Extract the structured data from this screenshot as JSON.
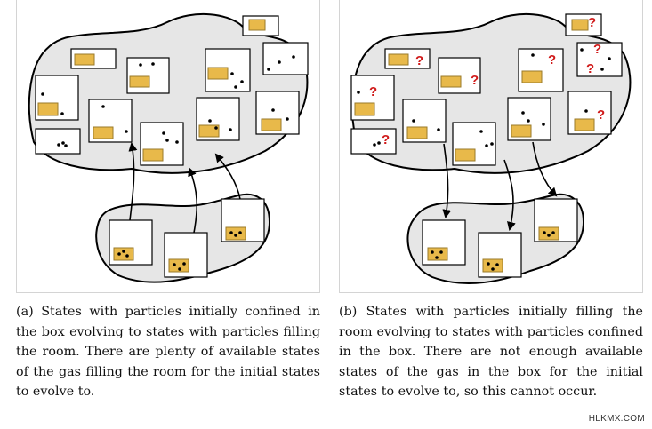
{
  "panels": [
    {
      "id": "a",
      "caption": "(a) States with particles initially confined in the box evolving to states with particles filling the room. There are plenty of available states of the gas filling the room for the initial states to evolve to.",
      "arrow_direction": "box-to-room"
    },
    {
      "id": "b",
      "caption": "(b) States with particles initially filling the room evolving to states with particles confined in the box. There are not enough available states of the gas in the box for the initial states to evolve to, so this cannot occur.",
      "arrow_direction": "room-to-box",
      "unknown_marker": "?"
    }
  ],
  "watermark": "HLKMX.COM",
  "colors": {
    "region_fill": "#e6e6e6",
    "box_fill": "#e8b94a",
    "box_stroke": "#9a7a2a",
    "question_mark": "#d01a1a",
    "stroke": "#000000"
  }
}
